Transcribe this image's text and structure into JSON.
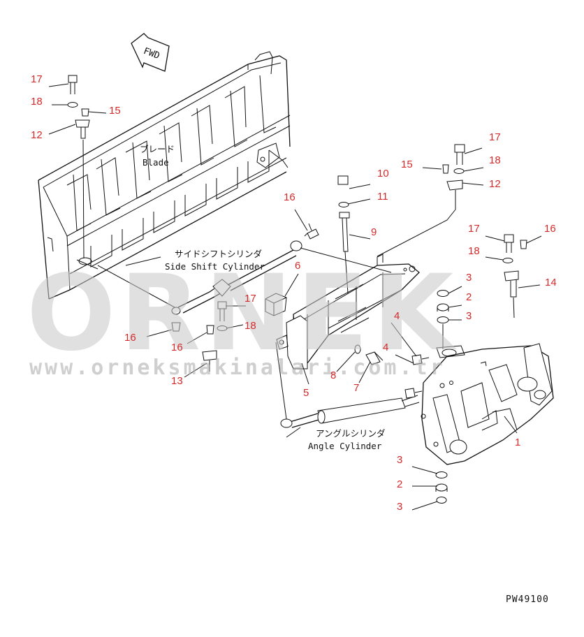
{
  "drawing": {
    "number": "PW49100",
    "direction_mark": "FWD"
  },
  "labels": {
    "blade_jp": "ブレード",
    "blade_en": "Blade",
    "side_shift_jp": "サイドシフトシリンダ",
    "side_shift_en": "Side Shift Cylinder",
    "angle_jp": "アングルシリンダ",
    "angle_en": "Angle Cylinder"
  },
  "watermark": {
    "brand": "ORNEK",
    "url": "www.orneksmakinalari.com.tr"
  },
  "callouts": [
    {
      "id": "c17a",
      "text": "17"
    },
    {
      "id": "c18a",
      "text": "18"
    },
    {
      "id": "c15a",
      "text": "15"
    },
    {
      "id": "c12a",
      "text": "12"
    },
    {
      "id": "c16a",
      "text": "16"
    },
    {
      "id": "c10",
      "text": "10"
    },
    {
      "id": "c11",
      "text": "11"
    },
    {
      "id": "c9",
      "text": "9"
    },
    {
      "id": "c15b",
      "text": "15"
    },
    {
      "id": "c17b",
      "text": "17"
    },
    {
      "id": "c18b",
      "text": "18"
    },
    {
      "id": "c12b",
      "text": "12"
    },
    {
      "id": "c17c",
      "text": "17"
    },
    {
      "id": "c16b",
      "text": "16"
    },
    {
      "id": "c18c",
      "text": "18"
    },
    {
      "id": "c14",
      "text": "14"
    },
    {
      "id": "c6",
      "text": "6"
    },
    {
      "id": "c3a",
      "text": "3"
    },
    {
      "id": "c2a",
      "text": "2"
    },
    {
      "id": "c3b",
      "text": "3"
    },
    {
      "id": "c4a",
      "text": "4"
    },
    {
      "id": "c17d",
      "text": "17"
    },
    {
      "id": "c18d",
      "text": "18"
    },
    {
      "id": "c16c",
      "text": "16"
    },
    {
      "id": "c16d",
      "text": "16"
    },
    {
      "id": "c13",
      "text": "13"
    },
    {
      "id": "c4b",
      "text": "4"
    },
    {
      "id": "c8",
      "text": "8"
    },
    {
      "id": "c7",
      "text": "7"
    },
    {
      "id": "c5",
      "text": "5"
    },
    {
      "id": "c1",
      "text": "1"
    },
    {
      "id": "c3c",
      "text": "3"
    },
    {
      "id": "c2b",
      "text": "2"
    },
    {
      "id": "c3d",
      "text": "3"
    }
  ]
}
